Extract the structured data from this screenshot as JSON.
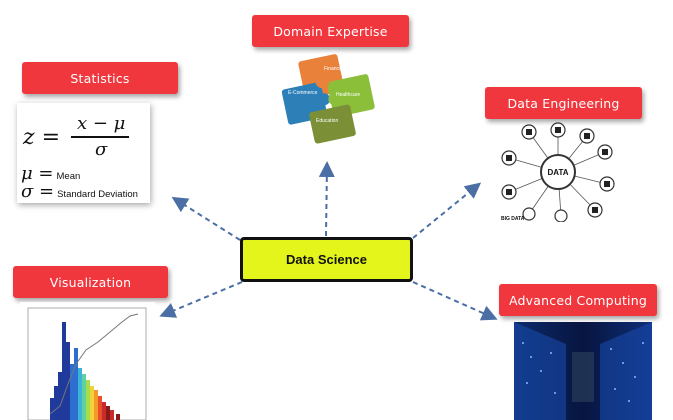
{
  "center": {
    "label": "Data Science"
  },
  "nodes": {
    "domain_expertise": {
      "label": "Domain Expertise"
    },
    "statistics": {
      "label": "Statistics"
    },
    "data_engineering": {
      "label": "Data Engineering"
    },
    "visualization": {
      "label": "Visualization"
    },
    "advanced_computing": {
      "label": "Advanced Computing"
    }
  },
  "formula": {
    "lhs": "z =",
    "numerator": "x − μ",
    "denominator": "σ",
    "mu_symbol": "μ =",
    "mu_text": "Mean",
    "sigma_symbol": "σ =",
    "sigma_text": "Standard Deviation"
  },
  "puzzle": {
    "pieces": [
      "Finance",
      "E-Commerce",
      "Healthcare",
      "Education"
    ]
  },
  "network": {
    "center_label": "DATA",
    "corner_label": "BIG DATA"
  },
  "colors": {
    "label_bg": "#f0373e",
    "center_bg": "#e4f51c",
    "arrow": "#4b6fa5"
  }
}
